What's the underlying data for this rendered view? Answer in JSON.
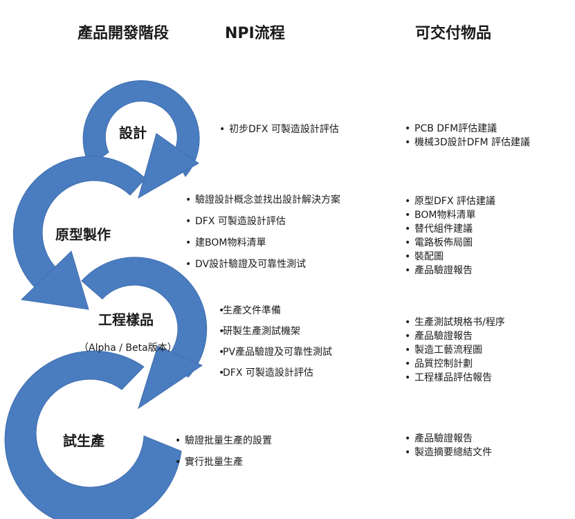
{
  "headers": {
    "phase": "產品開發階段",
    "npi": "NPI流程",
    "deliverables": "可交付物品"
  },
  "colors": {
    "arrow": "#4a7cc0",
    "arrow_stroke": "#3f6eae"
  },
  "stages": [
    {
      "label": "設計",
      "npi": [
        "初步DFX 可製造設計評估"
      ],
      "deliverables": [
        "PCB DFM評估建議",
        "機械3D設計DFM 評估建議"
      ]
    },
    {
      "label": "原型製作",
      "npi": [
        "驗證設計概念並找出設計解決方案",
        "DFX 可製造設計評估",
        "建BOM物料清單",
        "DV設計驗證及可靠性測试"
      ],
      "deliverables": [
        "原型DFX 評估建議",
        "BOM物料清單",
        "替代組件建議",
        "電路板佈局圖",
        "裝配圖",
        "產品驗證報告"
      ]
    },
    {
      "label": "工程樣品",
      "sublabel": "（Alpha / Beta版本）",
      "npi": [
        "生產文件準備",
        "研製生產測試機架",
        "PV產品驗證及可靠性測試",
        "DFX 可製造設計評估"
      ],
      "deliverables": [
        "生產測試規格书/程序",
        "產品驗證報告",
        "製造工藝流程圖",
        "品質控制計劃",
        "工程樣品評估報告"
      ]
    },
    {
      "label": "試生產",
      "npi": [
        "驗證批量生產的設置",
        "實行批量生產"
      ],
      "deliverables": [
        "產品驗證報告",
        "製造摘要總結文件"
      ]
    }
  ]
}
